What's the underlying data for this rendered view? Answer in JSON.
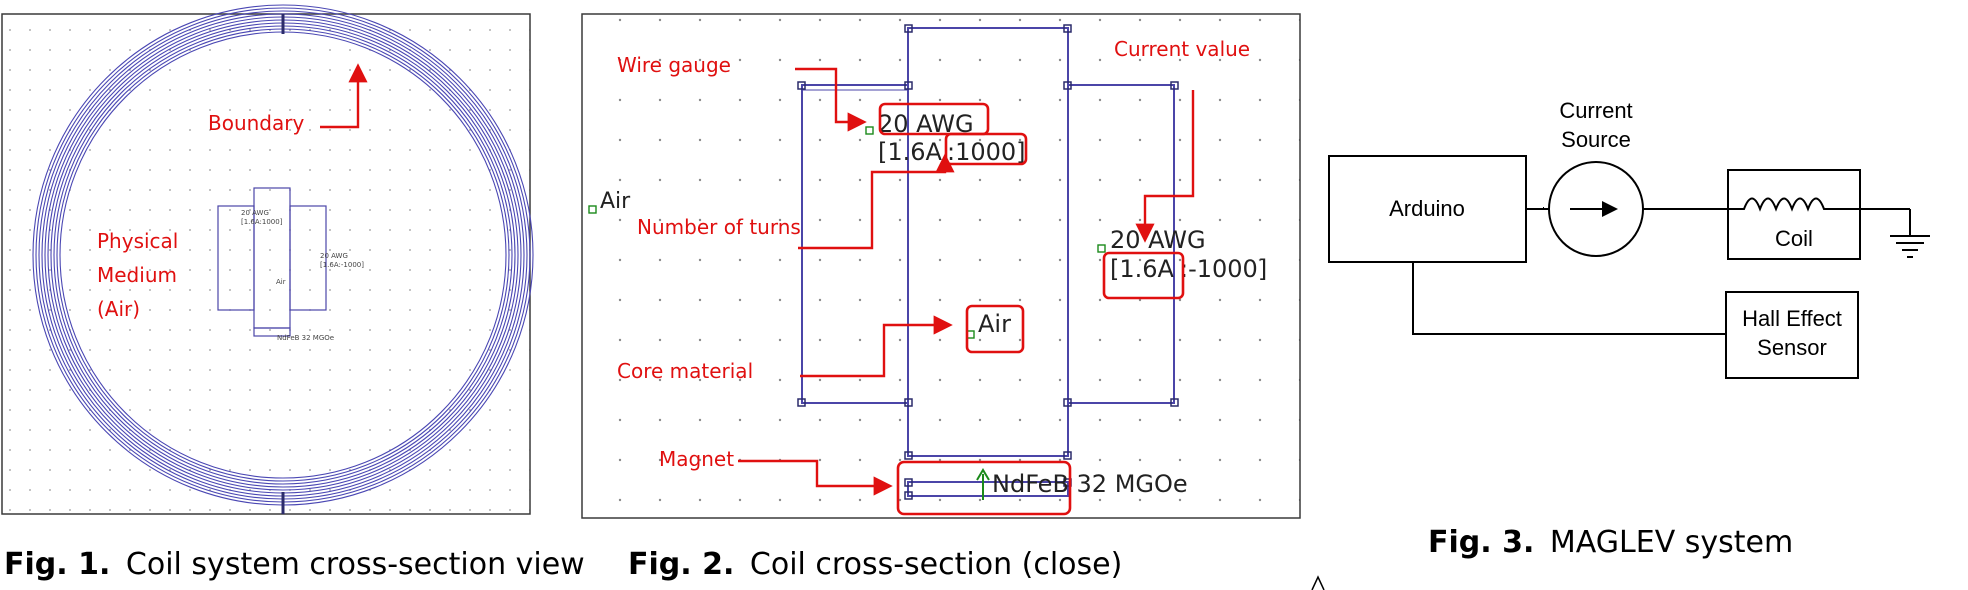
{
  "fig1": {
    "annotations": {
      "boundary": "Boundary",
      "medium_line1": "Physical",
      "medium_line2": "Medium",
      "medium_line3": "(Air)"
    },
    "labels": {
      "awg_left": "20 AWG",
      "turns_left": "[1.6A:1000]",
      "awg_right": "20 AWG",
      "turns_right": "[1.6A:-1000]",
      "air": "Air",
      "magnet": "NdFeB 32 MGOe"
    },
    "caption_num": "Fig.  1.",
    "caption_text": "Coil system cross-section view"
  },
  "fig2": {
    "annotations": {
      "wire_gauge": "Wire gauge",
      "number_of_turns": "Number of turns",
      "core_material": "Core material",
      "magnet": "Magnet",
      "current_value": "Current value"
    },
    "labels": {
      "air_left": "Air",
      "awg_left": "20 AWG",
      "turns_left_a": "[1.6A",
      "turns_left_b": ":1000]",
      "air_core": "Air",
      "awg_right": "20 AWG",
      "turns_right_a": "[1.6A",
      "turns_right_b": ":-1000]",
      "magnet": "NdFeB 32 MGOe"
    },
    "caption_num": "Fig.  2.",
    "caption_text": "Coil cross-section (close)"
  },
  "fig3": {
    "blocks": {
      "arduino": "Arduino",
      "source_line1": "Current",
      "source_line2": "Source",
      "coil": "Coil",
      "hall_line1": "Hall Effect",
      "hall_line2": "Sensor"
    },
    "caption_num": "Fig.  3.",
    "caption_text": "MAGLEV system"
  }
}
